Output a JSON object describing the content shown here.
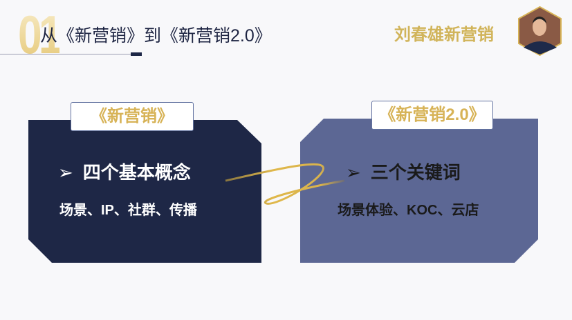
{
  "header": {
    "number": "01",
    "title": "从《新营销》到《新营销2.0》",
    "brand": "刘春雄新营销"
  },
  "left": {
    "label": "《新营销》",
    "heading": "四个基本概念",
    "detail": "场景、IP、社群、传播",
    "arrow": "➢"
  },
  "right": {
    "label": "《新营销2.0》",
    "heading": "三个关键词",
    "detail": "场景体验、KOC、云店",
    "arrow": "➢"
  },
  "colors": {
    "navy": "#1e2746",
    "slate": "#5c6794",
    "gold": "#d7b357"
  }
}
